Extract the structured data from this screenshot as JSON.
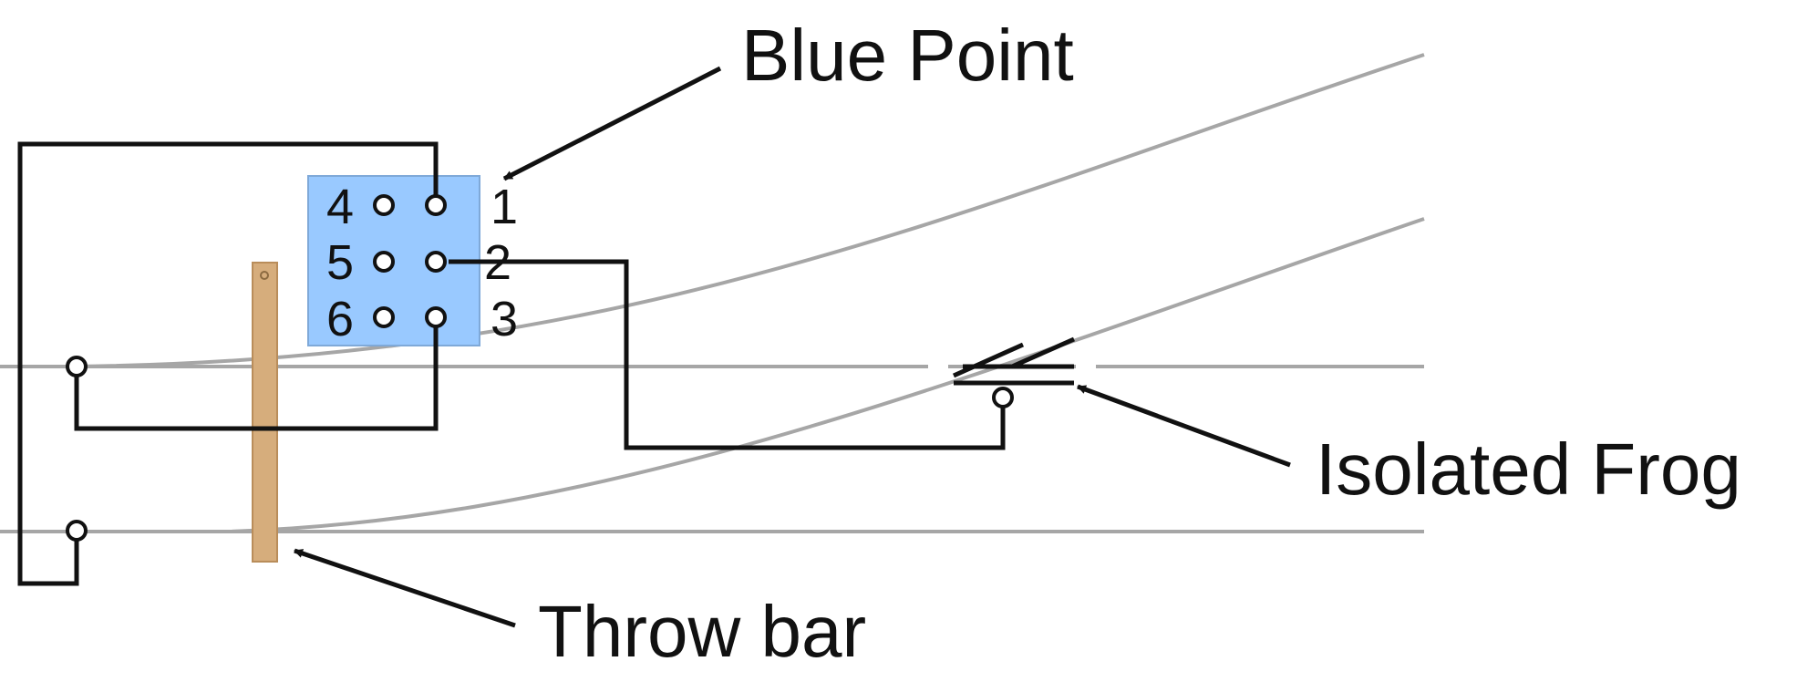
{
  "labels": {
    "blue_point": "Blue Point",
    "isolated_frog": "Isolated Frog",
    "throw_bar": "Throw bar"
  },
  "pins": {
    "p1": "1",
    "p2": "2",
    "p3": "3",
    "p4": "4",
    "p5": "5",
    "p6": "6"
  },
  "colors": {
    "blue_point_box": "#99c9ff",
    "throw_bar": "#d6ad7c",
    "rail": "#a6a6a6",
    "wire": "#111111"
  }
}
